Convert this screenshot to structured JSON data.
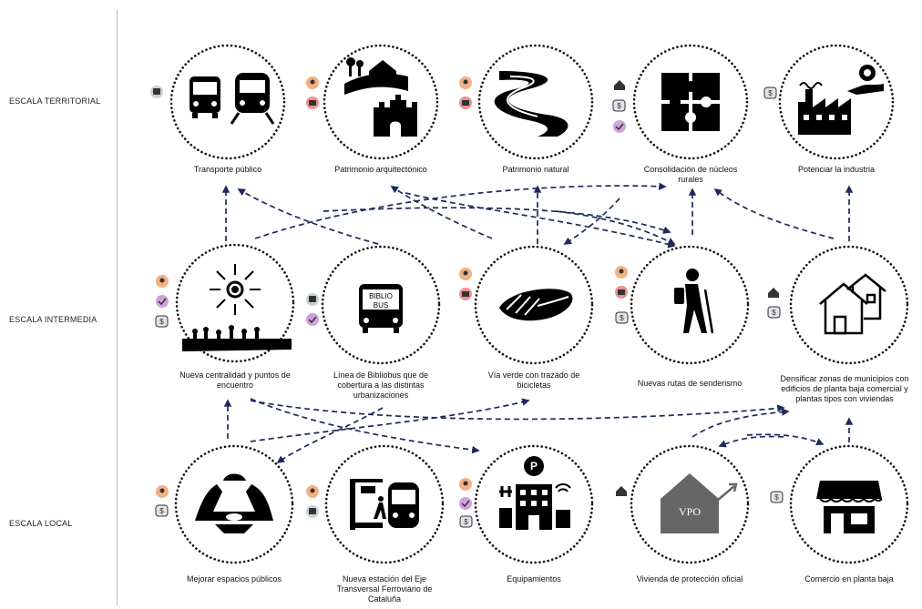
{
  "scales": {
    "territorial": "ESCALA TERRITORIAL",
    "intermedia": "ESCALA INTERMEDIA",
    "local": "ESCALA LOCAL"
  },
  "nodes": {
    "transporte": "Transporte público",
    "patrimonio_arq": "Patrimonio arquitectónico",
    "patrimonio_nat": "Patrimonio natural",
    "consolidacion": "Consolidación de núcleos rurales",
    "industria": "Potenciar la industria",
    "centralidad": "Nueva centralidad y puntos de encuentro",
    "bibliobus": "Línea de Bibliobus que de cobertura a las distintas urbanizaciones",
    "via_verde": "Vía verde con trazado de bicicletas",
    "senderismo": "Nuevas rutas de senderismo",
    "densificar": "Densificar zonas de municipios con edificios de planta baja comercial y plantas tipos con viviendas",
    "espacios": "Mejorar espacios públicos",
    "estacion": "Nueva estación del Eje Transversal Ferroviario de Cataluña",
    "equipamientos": "Equipamientos",
    "vpo": "Vivienda de protección oficial",
    "comercio": "Comercio en planta baja"
  },
  "icon_text": {
    "biblio": "BIBLIO",
    "bus": "BUS",
    "vpo": "VPO",
    "parking": "P"
  },
  "colors": {
    "arrow": "#1d2a5c",
    "badge_location": "#f2b183",
    "badge_heritage": "#ef8f8f",
    "badge_social": "#cfa2dc",
    "badge_economic": "#dfe3ea",
    "badge_transport": "#c9d3d4"
  }
}
